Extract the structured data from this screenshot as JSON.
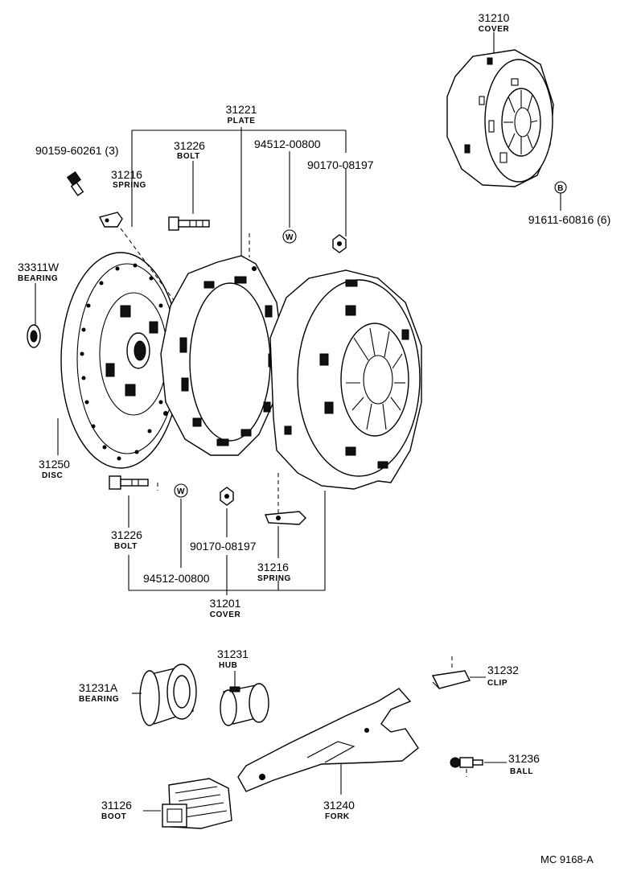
{
  "diagram": {
    "labels": {
      "cover_top": {
        "number": "31210",
        "name": "COVER"
      },
      "plate": {
        "number": "31221",
        "name": "PLATE"
      },
      "bolt_small": {
        "number": "90159-60261 (3)"
      },
      "spring_top": {
        "number": "31216",
        "name": "SPRING"
      },
      "bolt_top": {
        "number": "31226",
        "name": "BOLT"
      },
      "washer_top": {
        "number": "94512-00800"
      },
      "nut_top": {
        "number": "90170-08197"
      },
      "pin": {
        "number": "91611-60816 (6)"
      },
      "bearing_pilot": {
        "number": "33311W",
        "name": "BEARING"
      },
      "disc": {
        "number": "31250",
        "name": "DISC"
      },
      "bolt_bottom": {
        "number": "31226",
        "name": "BOLT"
      },
      "washer_bottom": {
        "number": "94512-00800"
      },
      "nut_bottom": {
        "number": "90170-08197"
      },
      "spring_bottom": {
        "number": "31216",
        "name": "SPRING"
      },
      "cover_bottom": {
        "number": "31201",
        "name": "COVER"
      },
      "hub": {
        "number": "31231",
        "name": "HUB"
      },
      "bearing_release": {
        "number": "31231A",
        "name": "BEARING"
      },
      "clip": {
        "number": "31232",
        "name": "CLIP"
      },
      "ball": {
        "number": "31236",
        "name": "BALL"
      },
      "boot": {
        "number": "31126",
        "name": "BOOT"
      },
      "fork": {
        "number": "31240",
        "name": "FORK"
      }
    },
    "marker_b": "B",
    "marker_w": "W",
    "reference": "MC  9168-A"
  }
}
